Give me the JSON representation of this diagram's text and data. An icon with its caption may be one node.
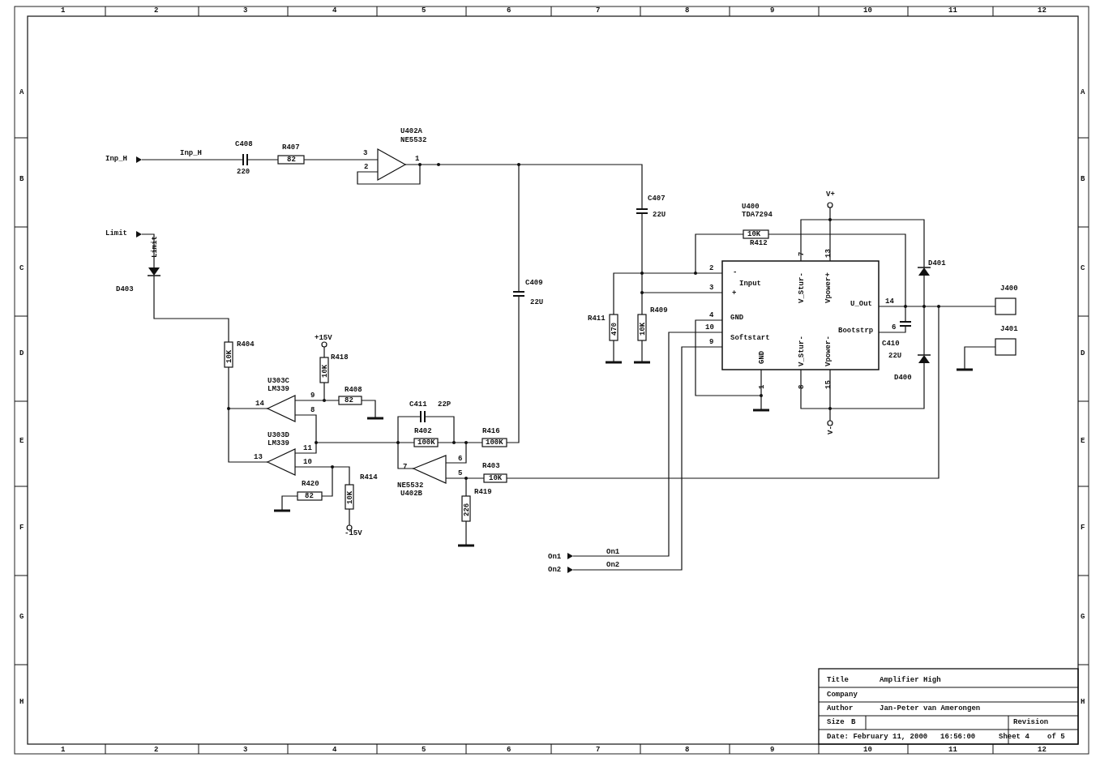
{
  "diagram": {
    "labels": [
      "1",
      "2",
      "3",
      "4",
      "5",
      "6",
      "7",
      "8",
      "9",
      "10",
      "11",
      "12",
      "1",
      "2",
      "3",
      "4",
      "5",
      "6",
      "7",
      "8",
      "9",
      "10",
      "11",
      "12",
      "A",
      "B",
      "C",
      "D",
      "E",
      "F",
      "G",
      "H",
      "A",
      "B",
      "C",
      "D",
      "E",
      "F",
      "G",
      "H",
      "Inp_H",
      "Inp_H",
      "C408",
      "220",
      "R407",
      "82",
      "U402A",
      "NE5532",
      "3",
      "2",
      "1",
      "C409",
      "22U",
      "C407",
      "22U",
      "Limit",
      "Limit",
      "D403",
      "R404",
      "10K",
      "+15V",
      "R418",
      "10K",
      "U303C",
      "LM339",
      "14",
      "9",
      "8",
      "R408",
      "82",
      "C411",
      "22P",
      "U303D",
      "LM339",
      "R402",
      "100K",
      "R416",
      "100K",
      "13",
      "11",
      "10",
      "7",
      "6",
      "5",
      "R403",
      "10K",
      "R420",
      "82",
      "R414",
      "10K",
      "NE5532",
      "U402B",
      "R419",
      "226",
      "-15V",
      "U400",
      "TDA7294",
      "10K",
      "R412",
      "2",
      "3",
      "4",
      "10",
      "9",
      "R411",
      "470",
      "R409",
      "10K",
      "-",
      "Input",
      "+",
      "GND",
      "Softstart",
      "GND",
      "V_Stur-",
      "Vpower+",
      "V_Stur-",
      "Vpower-",
      "U_Out",
      "Bootstrp",
      "7",
      "13",
      "1",
      "8",
      "15",
      "14",
      "6",
      "V+",
      "V-",
      "C410",
      "22U",
      "D401",
      "D400",
      "J400",
      "J401",
      "On1",
      "On1",
      "On2",
      "On2",
      "Title",
      "Amplifier High",
      "Company",
      "Author",
      "Jan-Peter van Amerongen",
      "Size",
      "B",
      "Revision",
      "Date: February 11, 2000",
      "16:56:00",
      "Sheet 4",
      "of 5"
    ]
  }
}
